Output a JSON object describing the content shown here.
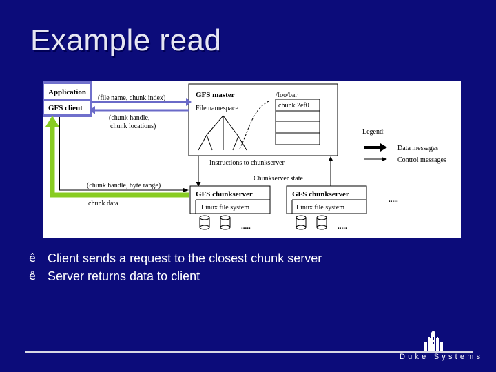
{
  "slide": {
    "title": "Example read",
    "bullet_glyph": "ê",
    "bullets": [
      "Client sends a request to the closest chunk server",
      "Server returns data to client"
    ]
  },
  "diagram": {
    "client": {
      "app_label": "Application",
      "gfs_label": "GFS client"
    },
    "master": {
      "title": "GFS master",
      "file_path": "/foo/bar",
      "namespace": "File namespace",
      "chunk_id": "chunk 2ef0"
    },
    "messages": {
      "request": "(file name, chunk index)",
      "reply_line1": "(chunk handle,",
      "reply_line2": "chunk locations)",
      "instructions": "Instructions to chunkserver",
      "state": "Chunkserver state",
      "read_request": "(chunk handle, byte range)",
      "chunk_data": "chunk data"
    },
    "chunkservers": [
      {
        "title": "GFS chunkserver",
        "fs": "Linux file system"
      },
      {
        "title": "GFS chunkserver",
        "fs": "Linux file system"
      }
    ],
    "legend": {
      "title": "Legend:",
      "data_messages": "Data messages",
      "control_messages": "Control messages"
    },
    "ellipsis": "....."
  },
  "colors": {
    "background": "#0c0c7a",
    "client_highlight": "#7070cc",
    "request_arrow": "#6a6ac8",
    "data_arrow": "#88cc22"
  },
  "footer": {
    "brand": "Duke Systems"
  }
}
